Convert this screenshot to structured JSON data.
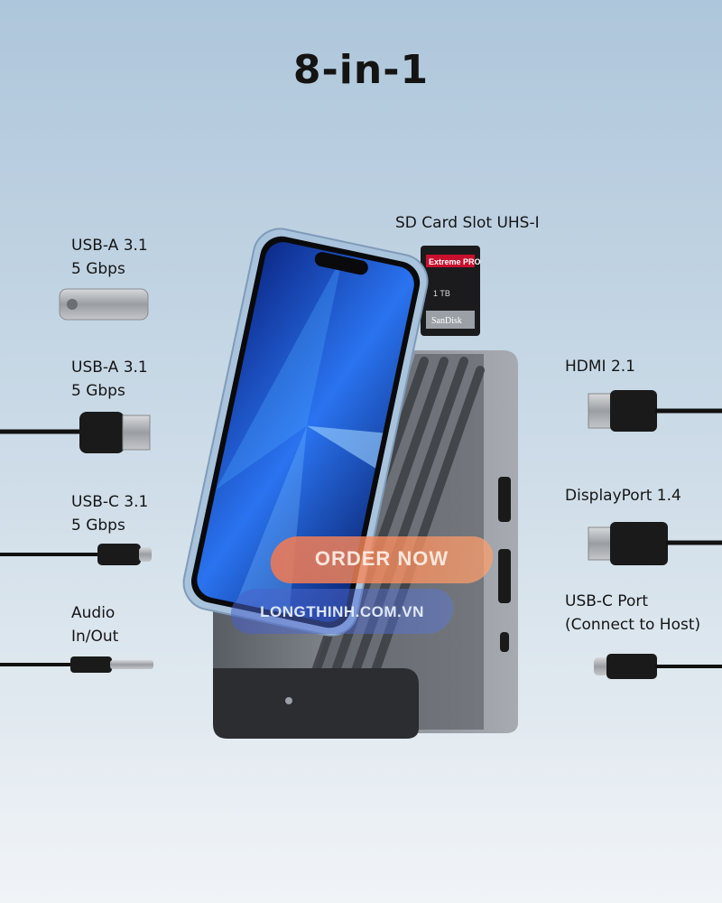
{
  "title": "8-in-1",
  "labels": {
    "sd_card": "SD Card Slot UHS-I",
    "usb_a_top": [
      "USB-A 3.1",
      "5 Gbps"
    ],
    "usb_a_mid": [
      "USB-A 3.1",
      "5 Gbps"
    ],
    "usb_c": [
      "USB-C 3.1",
      "5 Gbps"
    ],
    "audio": [
      "Audio",
      "In/Out"
    ],
    "hdmi": "HDMI 2.1",
    "displayport": "DisplayPort 1.4",
    "usb_c_host": [
      "USB-C Port",
      "(Connect to Host)"
    ]
  },
  "sd_card_print": {
    "line1": "Extreme PRO",
    "capacity": "1 TB",
    "brand": "SanDisk"
  },
  "watermark": {
    "cta": "ORDER NOW",
    "url": "LONGTHINH.COM.VN"
  },
  "colors": {
    "background_top": "#aec6db",
    "dock_body": "#6f737a",
    "phone_screen": "#1f5fd6",
    "watermark_orange": "#f47850",
    "watermark_blue": "#465fc8"
  }
}
